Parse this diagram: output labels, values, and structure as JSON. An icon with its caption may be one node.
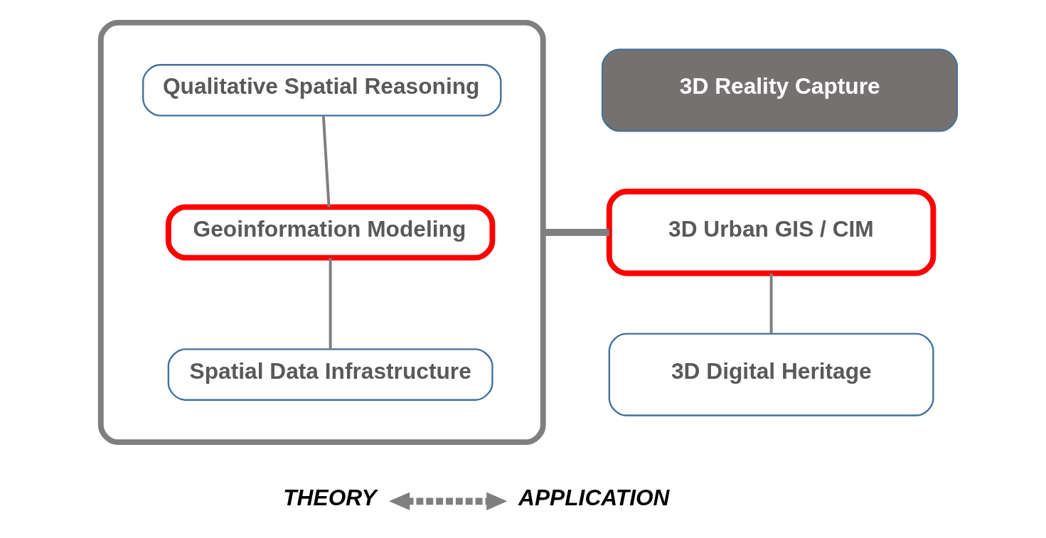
{
  "diagram": {
    "nodes": [
      {
        "text": [],
        "shape": "box"
      },
      {
        "text": [
          "Qualitative Spatial Reasoning"
        ],
        "in": 0
      },
      {
        "text": [
          "Geoinformation Modeling"
        ],
        "in": 0
      },
      {
        "text": [
          "Spatial Data Infrastructure"
        ],
        "in": 0
      },
      {
        "text": [
          "3D Reality Capture"
        ]
      },
      {
        "text": [
          "3D Urban GIS / CIM"
        ]
      },
      {
        "text": [
          "3D Digital Heritage"
        ]
      },
      {
        "text": [
          "THEORY"
        ]
      },
      {
        "text": [
          "APPLICATION"
        ]
      }
    ],
    "edges": [
      {
        "from": 1,
        "to": 2,
        "arrow": "none"
      },
      {
        "from": 2,
        "to": 3,
        "arrow": "none"
      },
      {
        "from": 0,
        "to": 5,
        "arrow": "none",
        "style": "thick"
      },
      {
        "from": 5,
        "to": 6,
        "arrow": "none"
      },
      {
        "from": 7,
        "to": 8,
        "arrow": "both",
        "style": "dashed"
      }
    ]
  }
}
